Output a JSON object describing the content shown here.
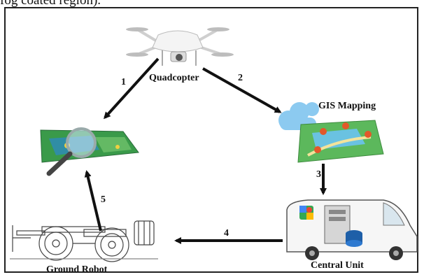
{
  "caption_fragment": "fog coated region).",
  "nodes": {
    "quadcopter": "Quadcopter",
    "gis_mapping": "GIS Mapping",
    "central_unit": "Central Unit",
    "ground_robot": "Ground Robot"
  },
  "steps": [
    "1",
    "2",
    "3",
    "4",
    "5"
  ],
  "colors": {
    "arrow": "#111111",
    "map_green": "#3a9a4a",
    "map_blue": "#2e88c4",
    "cloud": "#8ccaf0",
    "pin": "#e2582a"
  },
  "icons": {
    "quadcopter": "drone-icon",
    "field_map": "magnified-map-icon",
    "gis": "gis-map-cloud-icon",
    "central_unit": "van-server-icon",
    "ground_robot": "tractor-robot-icon"
  }
}
